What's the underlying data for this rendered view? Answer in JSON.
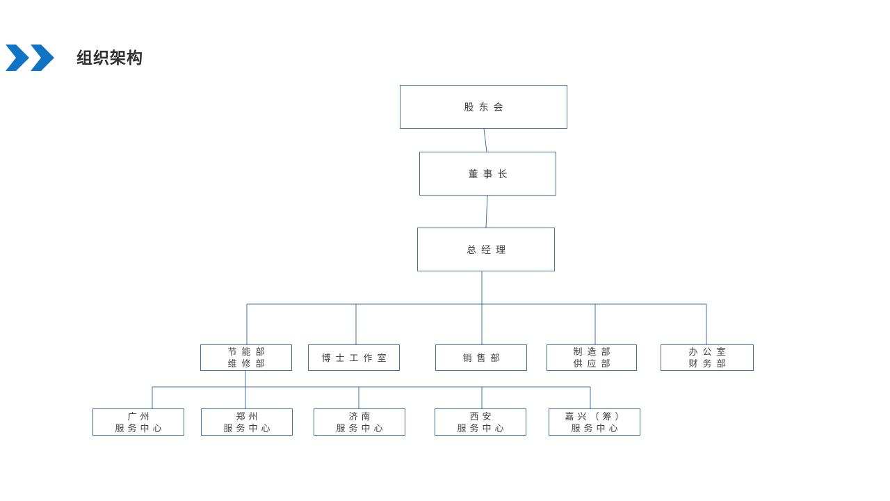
{
  "slide": {
    "title": "组织架构"
  },
  "colors": {
    "chevron_blue": "#1173c4",
    "box_border_blue": "#41719c",
    "connector_blue": "#41719c",
    "title_text": "#2f2f2f",
    "node_text": "#3f3f3f"
  },
  "org_chart": {
    "type": "org-tree",
    "nodes": {
      "shareholders": {
        "line1": "股东会"
      },
      "chairman": {
        "line1": "董事长"
      },
      "general_manager": {
        "line1": "总经理"
      },
      "energy_maintenance": {
        "line1": "节能部",
        "line2": "维修部"
      },
      "doctor_studio": {
        "line1": "博士工作室"
      },
      "sales_dept": {
        "line1": "销售部"
      },
      "manufacturing_supply": {
        "line1": "制造部",
        "line2": "供应部"
      },
      "office_finance": {
        "line1": "办公室",
        "line2": "财务部"
      },
      "guangzhou_center": {
        "line1": "广州",
        "line2": "服务中心"
      },
      "zhengzhou_center": {
        "line1": "郑州",
        "line2": "服务中心"
      },
      "jinan_center": {
        "line1": "济南",
        "line2": "服务中心"
      },
      "xian_center": {
        "line1": "西安",
        "line2": "服务中心"
      },
      "jiaxing_center": {
        "line1": "嘉兴（筹）",
        "line2": "服务中心"
      }
    },
    "hierarchy": [
      {
        "parent": "shareholders",
        "children": [
          "chairman"
        ]
      },
      {
        "parent": "chairman",
        "children": [
          "general_manager"
        ]
      },
      {
        "parent": "general_manager",
        "children": [
          "energy_maintenance",
          "doctor_studio",
          "sales_dept",
          "manufacturing_supply",
          "office_finance"
        ]
      },
      {
        "parent": "energy_maintenance",
        "children": [
          "guangzhou_center",
          "zhengzhou_center",
          "jinan_center",
          "xian_center",
          "jiaxing_center"
        ]
      }
    ]
  }
}
